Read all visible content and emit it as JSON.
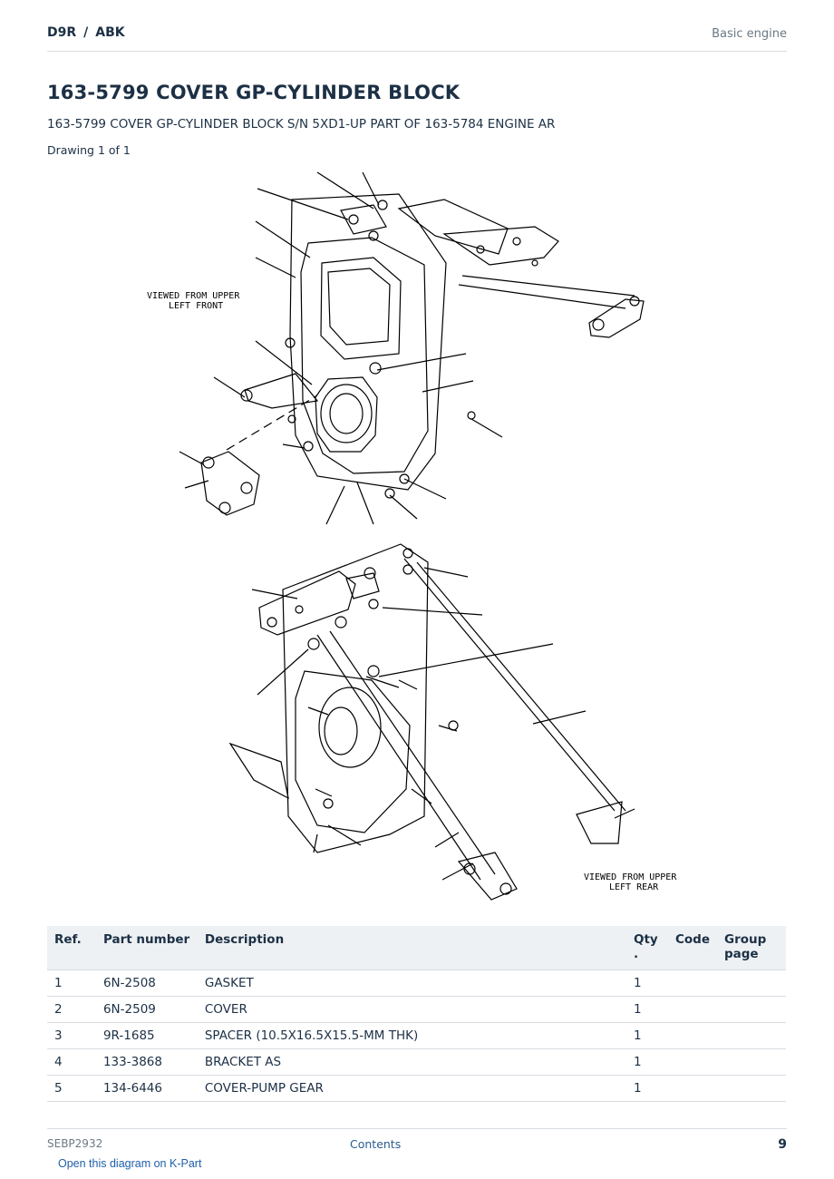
{
  "header": {
    "model": "D9R",
    "separator": "/",
    "code": "ABK",
    "section": "Basic engine"
  },
  "title": "163-5799 COVER GP-CYLINDER BLOCK",
  "subtitle": "163-5799 COVER GP-CYLINDER BLOCK S/N 5XD1-UP PART OF 163-5784 ENGINE AR",
  "drawing_label": "Drawing 1 of 1",
  "diagram": {
    "view1_line1": "VIEWED FROM UPPER",
    "view1_line2": "LEFT FRONT",
    "view2_line1": "VIEWED FROM UPPER",
    "view2_line2": "LEFT REAR"
  },
  "table": {
    "headers": {
      "ref": "Ref.",
      "part_number": "Part number",
      "description": "Description",
      "qty": "Qty",
      "qty_suffix": ".",
      "code": "Code",
      "group_page_1": "Group",
      "group_page_2": "page"
    },
    "rows": [
      {
        "ref": "1",
        "part_number": "6N-2508",
        "description": "GASKET",
        "qty": "1",
        "code": "",
        "group_page": ""
      },
      {
        "ref": "2",
        "part_number": "6N-2509",
        "description": "COVER",
        "qty": "1",
        "code": "",
        "group_page": ""
      },
      {
        "ref": "3",
        "part_number": "9R-1685",
        "description": "SPACER (10.5X16.5X15.5-MM THK)",
        "qty": "1",
        "code": "",
        "group_page": ""
      },
      {
        "ref": "4",
        "part_number": "133-3868",
        "description": "BRACKET AS",
        "qty": "1",
        "code": "",
        "group_page": ""
      },
      {
        "ref": "5",
        "part_number": "134-6446",
        "description": "COVER-PUMP GEAR",
        "qty": "1",
        "code": "",
        "group_page": ""
      }
    ]
  },
  "footer": {
    "doc_id": "SEBP2932",
    "contents_link": "Contents",
    "page_number": "9",
    "kpart_link": "Open this diagram on K-Part"
  }
}
